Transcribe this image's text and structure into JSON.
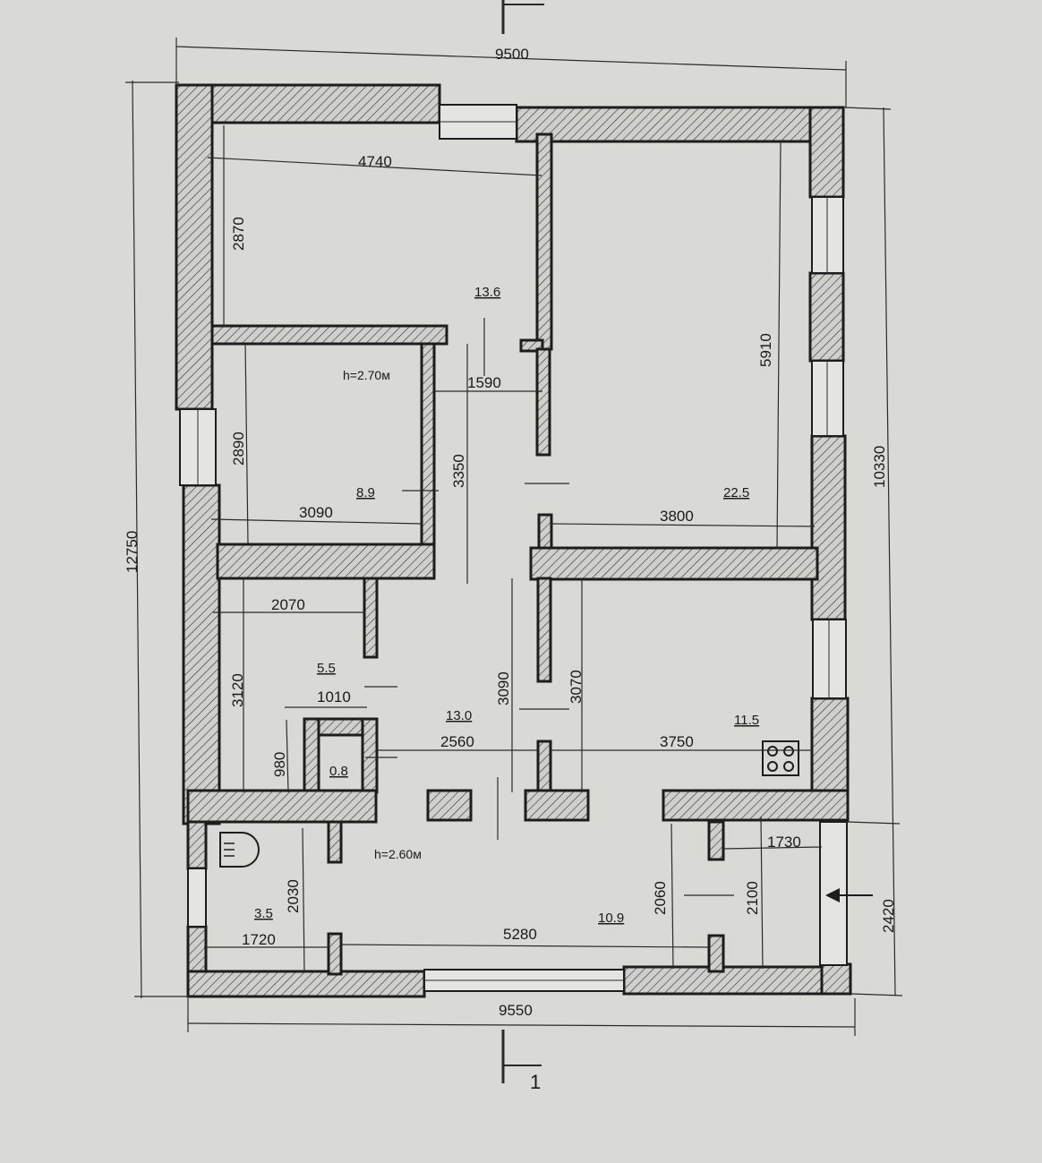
{
  "plan": {
    "overall": {
      "top_width": "9500",
      "bottom_width": "9550",
      "left_height": "12750",
      "right_upper_height": "10330",
      "right_lower_height": "2420"
    },
    "rooms": {
      "top_left": {
        "width": "4740",
        "height": "2870",
        "area": "13.6"
      },
      "bedroom_left": {
        "width": "3090",
        "height": "2890",
        "area": "8.9",
        "ceiling": "h=2.70м"
      },
      "corridor": {
        "width": "1590",
        "height": "3350"
      },
      "large_room": {
        "width": "3800",
        "height": "5910",
        "area": "22.5"
      },
      "small_room": {
        "width": "2070",
        "height": "3120",
        "area": "5.5"
      },
      "bath_small": {
        "width": "1010",
        "height": "980",
        "area": "0.8"
      },
      "hall": {
        "width": "2560",
        "height": "3090",
        "area": "13.0"
      },
      "kitchen": {
        "width": "3750",
        "height": "3070",
        "area": "11.5"
      },
      "veranda": {
        "width": "5280",
        "height": "2060",
        "area": "10.9",
        "ceiling": "h=2.60м"
      },
      "boiler_room": {
        "width": "1720",
        "height": "2030",
        "area": "3.5"
      },
      "entry": {
        "width": "1730",
        "height": "2100"
      }
    },
    "section_mark": "1",
    "icons": [
      "stove-icon",
      "boiler-icon",
      "entry-arrow-icon"
    ]
  }
}
